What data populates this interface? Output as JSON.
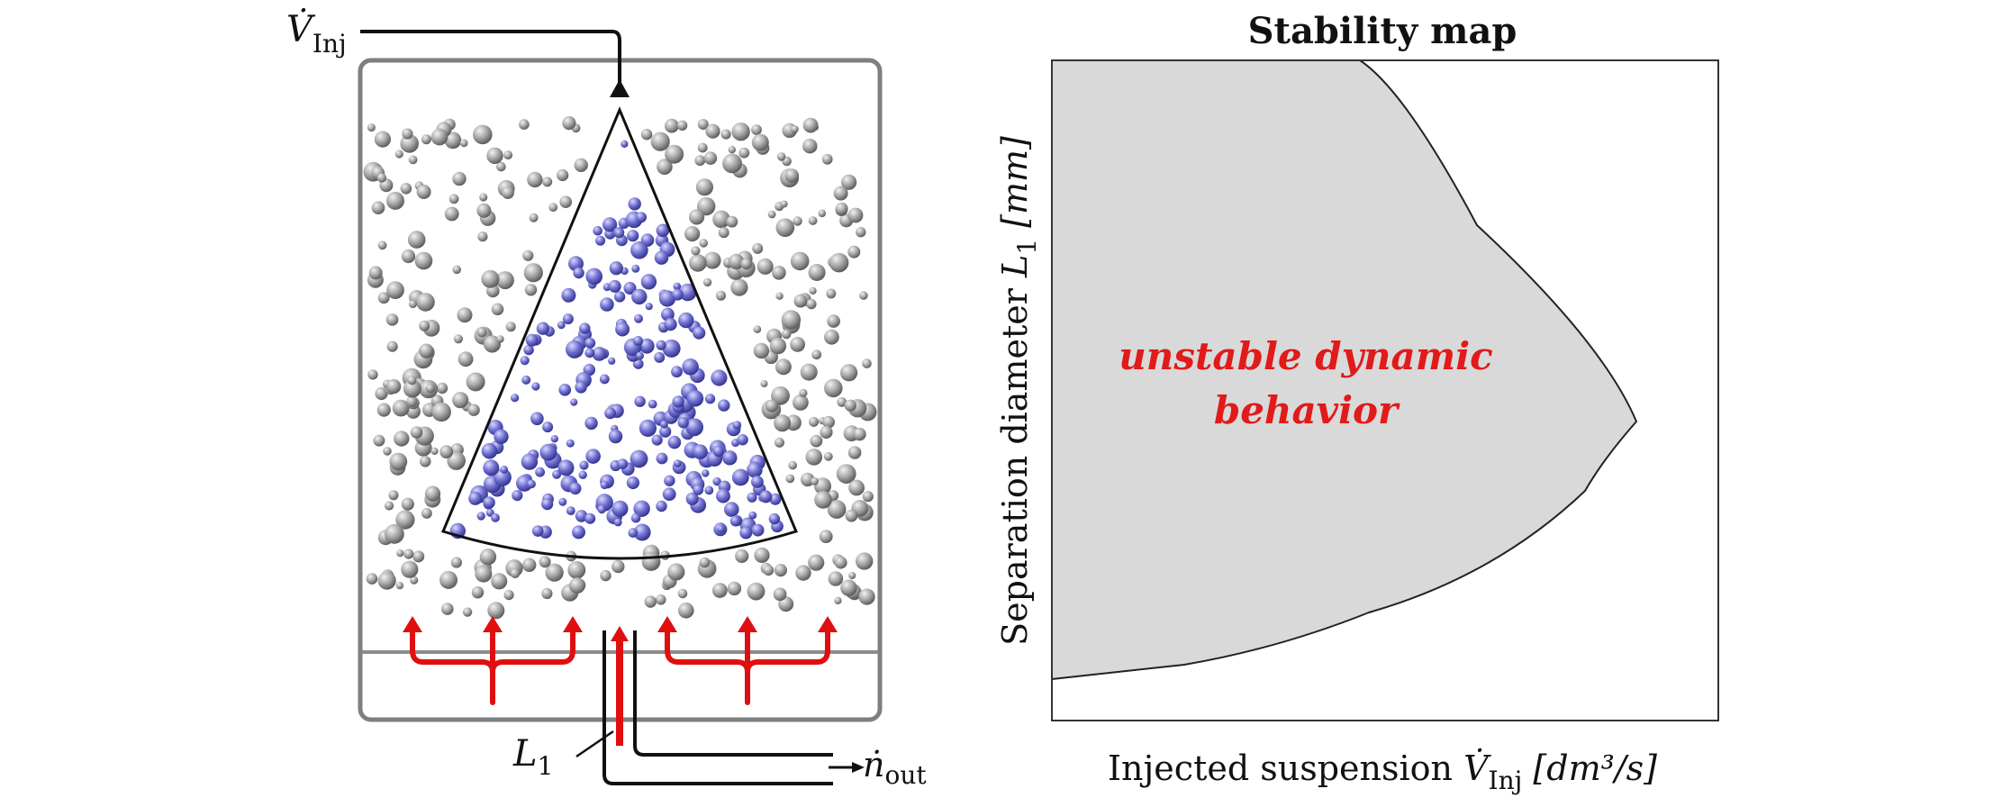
{
  "schematic": {
    "label_v_inj": "V̇",
    "label_v_inj_sub": "Inj",
    "label_l1": "L",
    "label_l1_sub": "1",
    "label_n_out": "ṅ",
    "label_n_out_sub": "out",
    "colors": {
      "vessel_border": "#7f7f7f",
      "gray_particle": "#9a9a9a",
      "blue_particle": "#6b6bc9",
      "flow_arrows": "#e00f0f",
      "lines": "#111111"
    }
  },
  "stability_map": {
    "title": "Stability map",
    "region_label_line1": "unstable dynamic",
    "region_label_line2": "behavior",
    "xlabel": "Injected suspension",
    "xlabel_symbol": "V̇",
    "xlabel_sub": "Inj",
    "xlabel_units": "[dm³/s]",
    "ylabel": "Separation diameter",
    "ylabel_symbol": "L",
    "ylabel_sub": "1",
    "ylabel_units": "[mm]",
    "colors": {
      "region_fill": "#d9d9d9",
      "region_edge": "#222222",
      "label": "#e11a1a"
    }
  }
}
